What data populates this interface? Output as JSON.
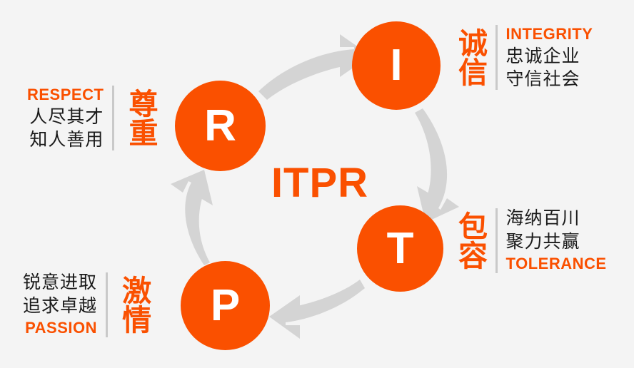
{
  "palette": {
    "background": "#f4f4f4",
    "accent_orange": "#fa5000",
    "arrow_gray": "#d4d4d4",
    "divider_gray": "#c9c9c9",
    "text_dark": "#1a1a1a",
    "circle_text": "#ffffff"
  },
  "center": {
    "wordmark": "ITPR"
  },
  "nodes": [
    {
      "id": "respect",
      "letter": "R"
    },
    {
      "id": "integrity",
      "letter": "I"
    },
    {
      "id": "tolerance",
      "letter": "T"
    },
    {
      "id": "passion",
      "letter": "P"
    }
  ],
  "values": [
    {
      "id": "respect",
      "letter": "R",
      "english": "RESPECT",
      "chinese_title": "尊重",
      "chinese_lines": [
        "人尽其才",
        "知人善用"
      ],
      "order": [
        "english",
        "lines"
      ],
      "side": "left"
    },
    {
      "id": "integrity",
      "letter": "I",
      "english": "INTEGRITY",
      "chinese_title": "诚信",
      "chinese_lines": [
        "忠诚企业",
        "守信社会"
      ],
      "order": [
        "english",
        "lines"
      ],
      "side": "right"
    },
    {
      "id": "tolerance",
      "letter": "T",
      "english": "TOLERANCE",
      "chinese_title": "包容",
      "chinese_lines": [
        "海纳百川",
        "聚力共赢"
      ],
      "order": [
        "lines",
        "english"
      ],
      "side": "right"
    },
    {
      "id": "passion",
      "letter": "P",
      "english": "PASSION",
      "chinese_title": "激情",
      "chinese_lines": [
        "锐意进取",
        "追求卓越"
      ],
      "order": [
        "lines",
        "english"
      ],
      "side": "left"
    }
  ],
  "arrows": [
    {
      "id": "r-to-i",
      "from": "R",
      "to": "I",
      "direction": "right"
    },
    {
      "id": "i-to-t",
      "from": "I",
      "to": "T",
      "direction": "down"
    },
    {
      "id": "t-to-p",
      "from": "T",
      "to": "P",
      "direction": "left"
    },
    {
      "id": "p-to-r",
      "from": "P",
      "to": "R",
      "direction": "up"
    }
  ]
}
